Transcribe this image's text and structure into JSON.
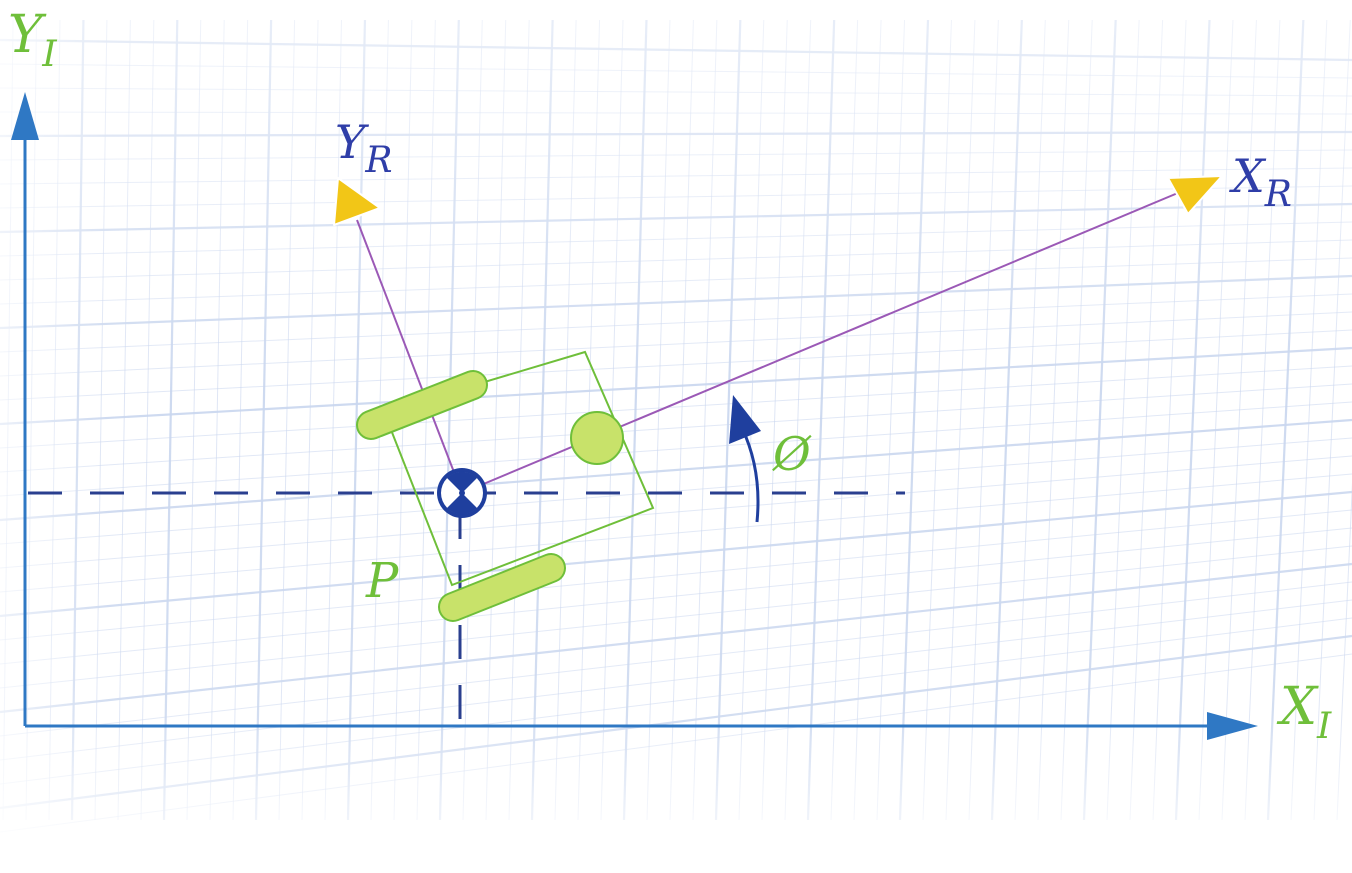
{
  "labels": {
    "inertial_y_main": "Y",
    "inertial_y_sub": "I",
    "inertial_x_main": "X",
    "inertial_x_sub": "I",
    "robot_y_main": "Y",
    "robot_y_sub": "R",
    "robot_x_main": "X",
    "robot_x_sub": "R",
    "angle": "Ø",
    "point": "P"
  },
  "colors": {
    "inertial": "#2f78c4",
    "robot_axis": "#9b59b6",
    "robot_label": "#2f3ea8",
    "arrowhead": "#f2c617",
    "body": "#6fbf3a",
    "wheel": "#c8e26a",
    "dashed": "#2a3f8f",
    "angle_arrow": "#1f3f9e",
    "grid": "#c9d6ee"
  },
  "icons": {
    "center": "center-of-mass-icon"
  }
}
